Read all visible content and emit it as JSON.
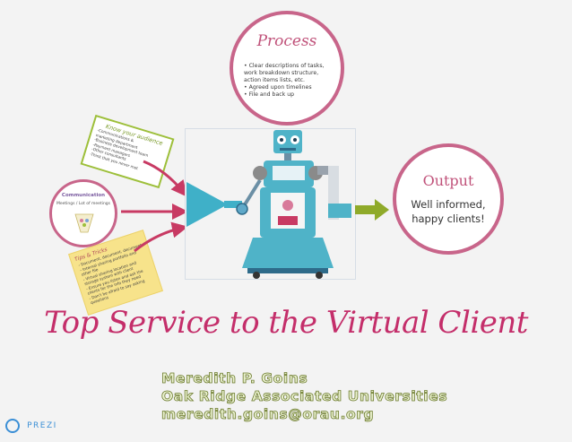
{
  "process": {
    "title": "Process",
    "items": [
      "• Clear descriptions of tasks, work breakdown structure, action items lists, etc.",
      "• Agreed upon timelines",
      "• File and back up"
    ]
  },
  "output": {
    "title": "Output",
    "line1": "Well informed,",
    "line2": "happy clients!"
  },
  "audience": {
    "title": "Know your audience",
    "items": [
      "-Communications &",
      " marketing department",
      "-Business development team",
      "-Payment managers",
      "-Other consultants",
      "-Think that you never met"
    ]
  },
  "communication": {
    "title": "Communication",
    "subtitle": "Meetings / Lot of meetings"
  },
  "tips": {
    "title": "Tips & Tricks",
    "items": [
      "- Document, document, document",
      "- Internal sharing portfolio and",
      "  other file",
      "- Virtual sharing location and",
      "  storage system with client",
      "- Ensure you listen and ask the",
      "  clients for the info they need",
      "- Don't be afraid to say asking",
      "  questions"
    ]
  },
  "main_title": "Top Service to the Virtual Client",
  "author": {
    "name": "Meredith P. Goins",
    "org": "Oak Ridge Associated Universities",
    "email": "meredith.goins@orau.org"
  },
  "prezi": {
    "label": "PREZI"
  },
  "colors": {
    "pink": "#c42e6a",
    "circle_border": "#c8658a",
    "arrow_pink": "#c83a63",
    "arrow_green": "#8faa2a",
    "robot_teal": "#4fb3c8",
    "robot_blue": "#3b8fd6",
    "funnel": "#3fb0c8",
    "audience_border": "#9dbf3a",
    "note_yellow": "#f7e38b",
    "author_fill": "#eaf1cf",
    "author_stroke": "#6b7a2c"
  }
}
